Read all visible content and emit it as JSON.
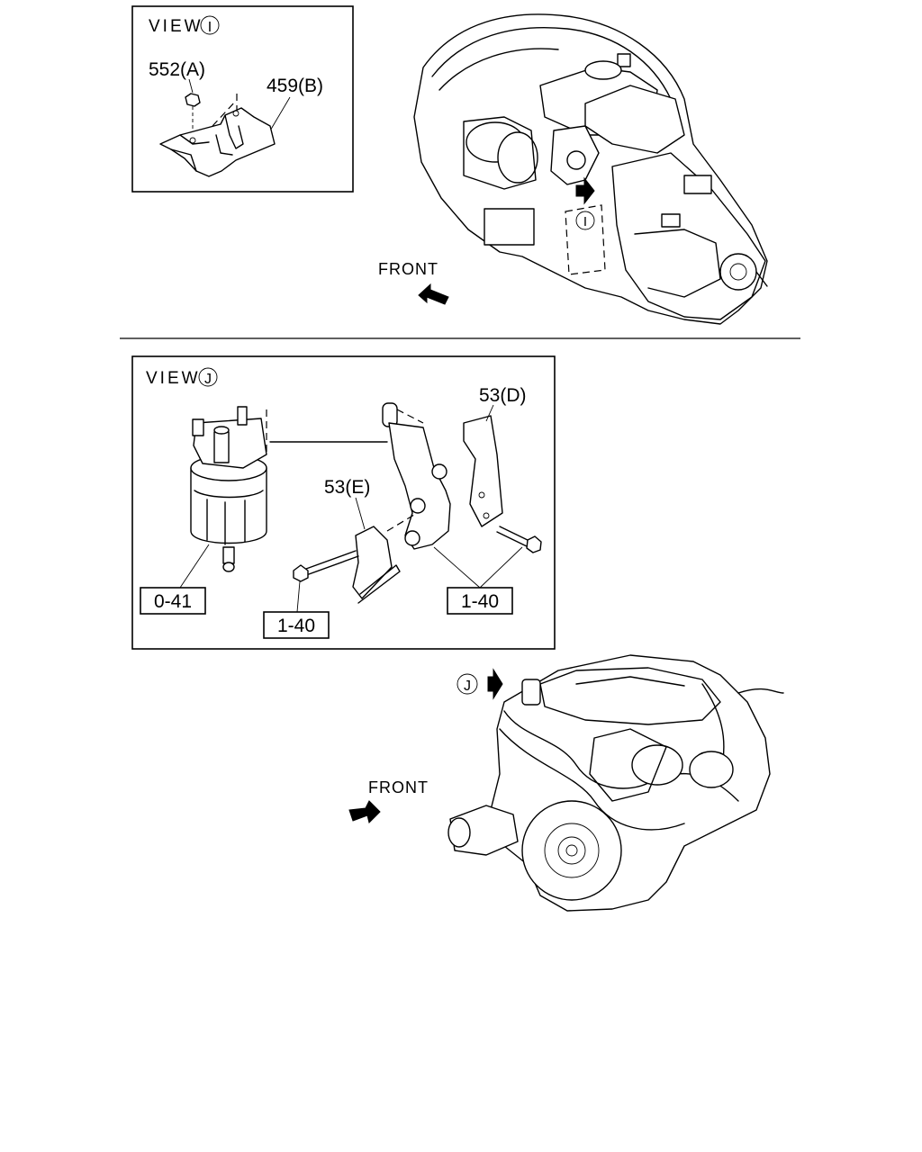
{
  "view_i": {
    "title": "VIEW",
    "marker": "I",
    "parts": {
      "nut": "552(A)",
      "bracket": "459(B)"
    }
  },
  "view_j": {
    "title": "VIEW",
    "marker": "J",
    "parts": {
      "bracket_d": "53(D)",
      "bracket_e": "53(E)",
      "filter_ref": "0-41",
      "bolt_ref_left": "1-40",
      "bolt_ref_right": "1-40"
    }
  },
  "transmission": {
    "front_label": "FRONT",
    "view_marker": "I"
  },
  "engine": {
    "front_label": "FRONT",
    "view_marker": "J"
  },
  "colors": {
    "line": "#000000",
    "background": "#ffffff"
  }
}
